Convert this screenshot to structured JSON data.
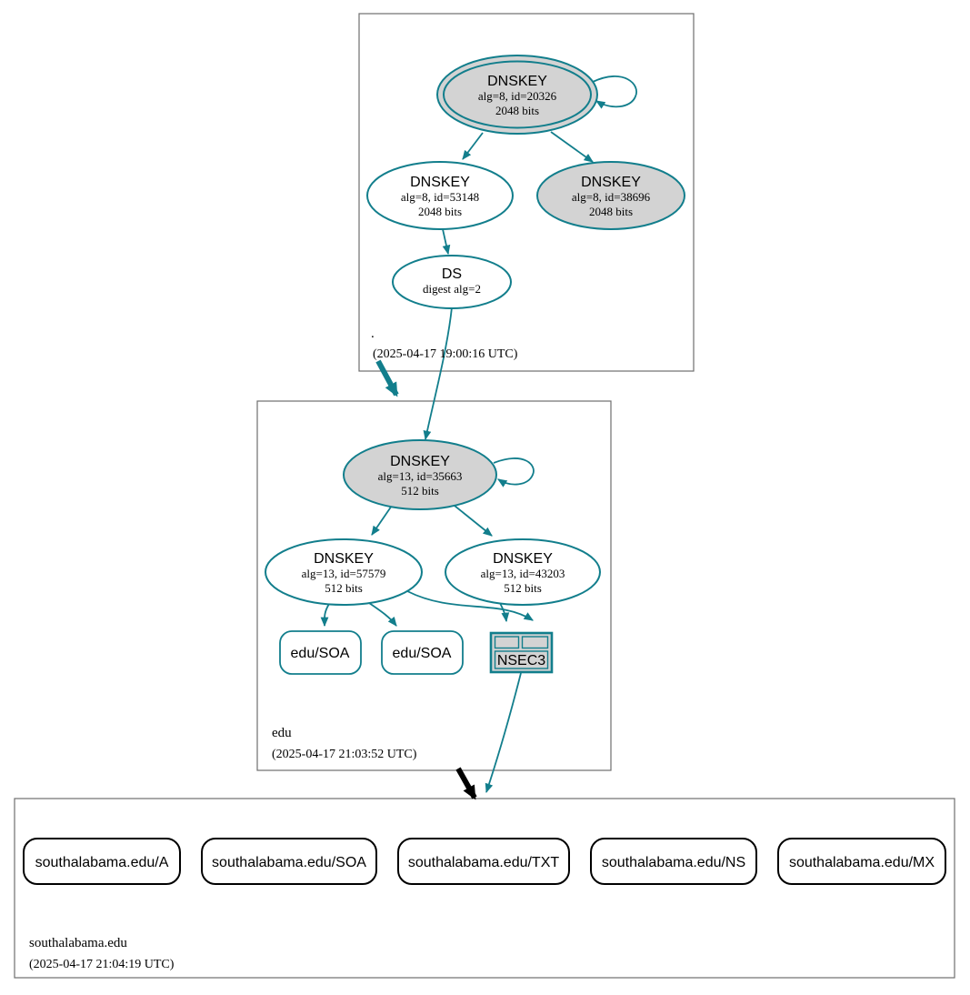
{
  "colors": {
    "teal": "#127e8c",
    "node_fill_gray": "#d3d3d3",
    "node_fill_white": "#ffffff",
    "delegation_black": "#000000",
    "zone_border_gray": "#6e6e6e"
  },
  "zones": [
    {
      "label": ".",
      "timestamp": "(2025-04-17 19:00:16 UTC)",
      "nodes": {
        "ksk": {
          "title": "DNSKEY",
          "detail": "alg=8, id=20326",
          "bits": "2048 bits"
        },
        "zsk": {
          "title": "DNSKEY",
          "detail": "alg=8, id=53148",
          "bits": "2048 bits"
        },
        "key2": {
          "title": "DNSKEY",
          "detail": "alg=8, id=38696",
          "bits": "2048 bits"
        },
        "ds": {
          "title": "DS",
          "detail": "digest alg=2"
        }
      }
    },
    {
      "label": "edu",
      "timestamp": "(2025-04-17 21:03:52 UTC)",
      "nodes": {
        "ksk": {
          "title": "DNSKEY",
          "detail": "alg=13, id=35663",
          "bits": "512 bits"
        },
        "zsk1": {
          "title": "DNSKEY",
          "detail": "alg=13, id=57579",
          "bits": "512 bits"
        },
        "zsk2": {
          "title": "DNSKEY",
          "detail": "alg=13, id=43203",
          "bits": "512 bits"
        },
        "soa1": {
          "label": "edu/SOA"
        },
        "soa2": {
          "label": "edu/SOA"
        },
        "nsec3": {
          "label": "NSEC3"
        }
      }
    },
    {
      "label": "southalabama.edu",
      "timestamp": "(2025-04-17 21:04:19 UTC)",
      "rrsets": [
        {
          "label": "southalabama.edu/A"
        },
        {
          "label": "southalabama.edu/SOA"
        },
        {
          "label": "southalabama.edu/TXT"
        },
        {
          "label": "southalabama.edu/NS"
        },
        {
          "label": "southalabama.edu/MX"
        }
      ]
    }
  ]
}
